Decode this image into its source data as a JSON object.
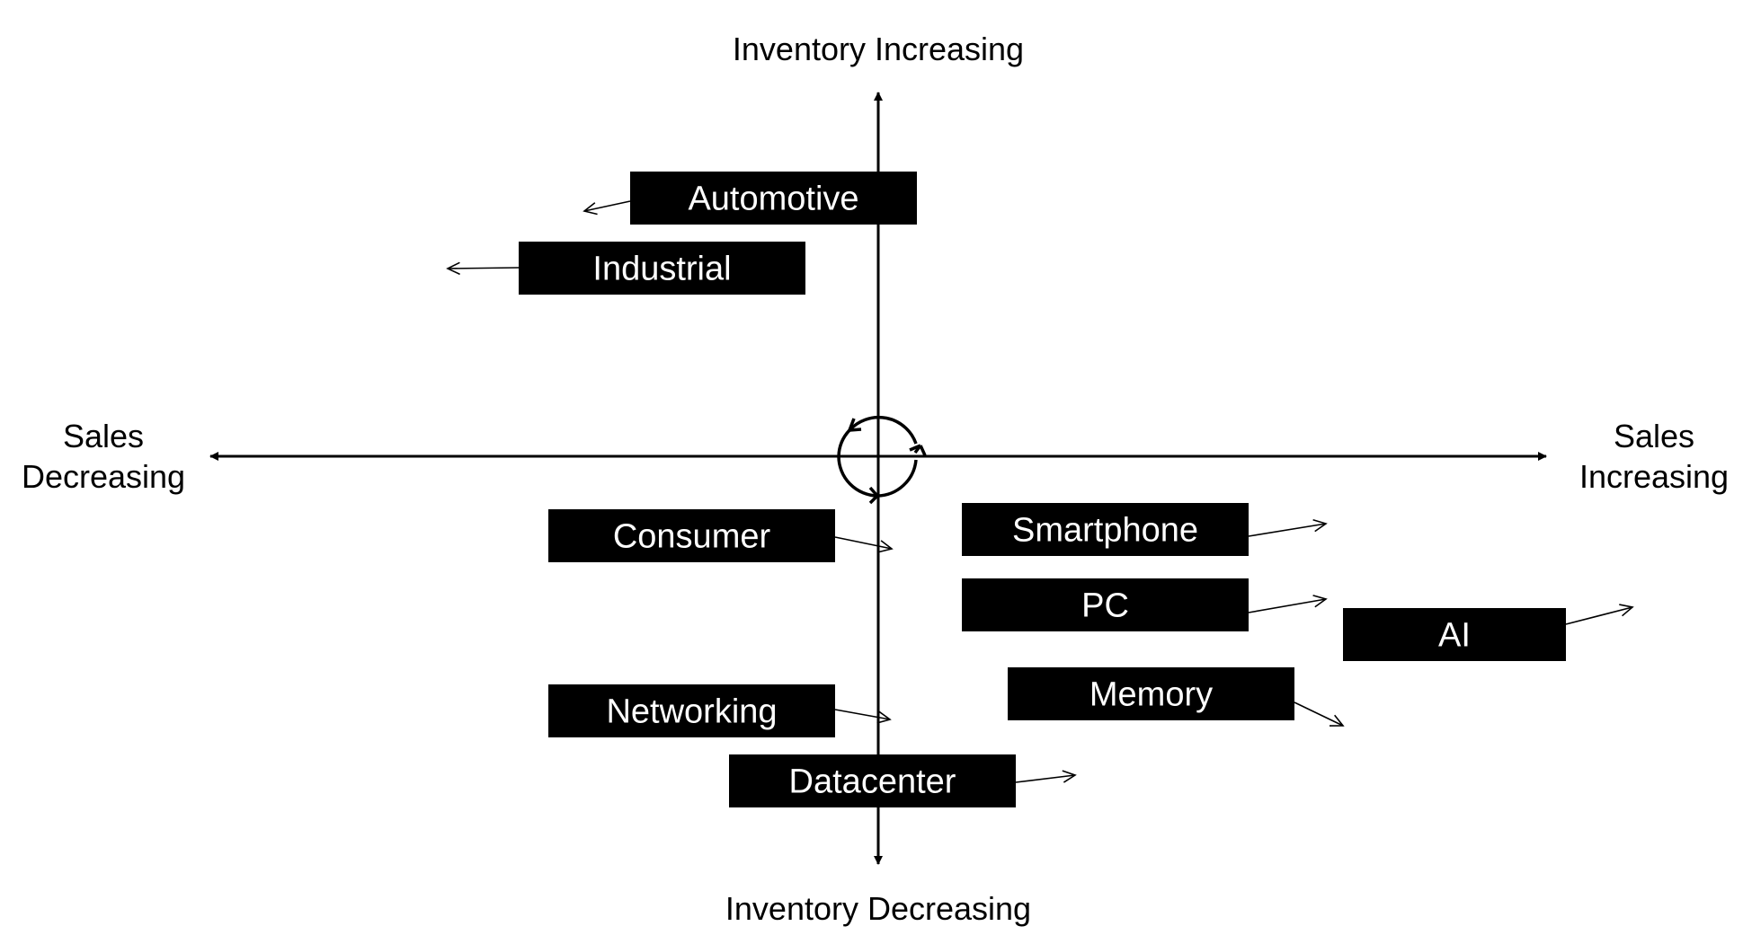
{
  "axes": {
    "top": "Inventory Increasing",
    "bottom": "Inventory Decreasing",
    "left_line1": "Sales",
    "left_line2": "Decreasing",
    "right_line1": "Sales",
    "right_line2": "Increasing"
  },
  "segments": [
    {
      "id": "automotive",
      "label": "Automotive"
    },
    {
      "id": "industrial",
      "label": "Industrial"
    },
    {
      "id": "consumer",
      "label": "Consumer"
    },
    {
      "id": "smartphone",
      "label": "Smartphone"
    },
    {
      "id": "pc",
      "label": "PC"
    },
    {
      "id": "ai",
      "label": "AI"
    },
    {
      "id": "memory",
      "label": "Memory"
    },
    {
      "id": "networking",
      "label": "Networking"
    },
    {
      "id": "datacenter",
      "label": "Datacenter"
    }
  ],
  "colors": {
    "box": "#000000",
    "box_text": "#ffffff",
    "line": "#000000"
  },
  "center_icon": "cycle-arrows-icon"
}
